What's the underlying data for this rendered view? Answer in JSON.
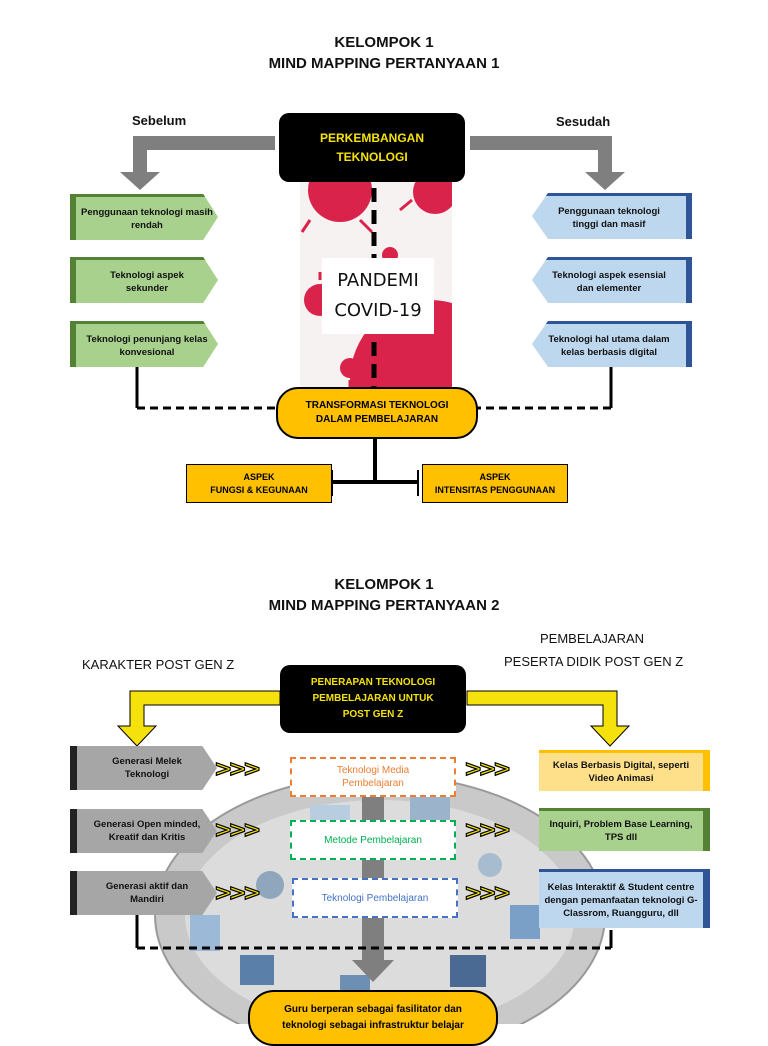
{
  "section1": {
    "title_line1": "KELOMPOK 1",
    "title_line2": "MIND MAPPING PERTANYAAN 1",
    "left_label": "Sebelum",
    "right_label": "Sesudah",
    "center_line1": "PERKEMBANGAN",
    "center_line2": "TEKNOLOGI",
    "image_text_line1": "PANDEMI",
    "image_text_line2": "COVID-19",
    "left_items": [
      "Penggunaan teknologi masih rendah",
      "Teknologi aspek sekunder",
      "Teknologi penunjang kelas konvesional"
    ],
    "right_items": [
      "Penggunaan teknologi tinggi dan masif",
      "Teknologi aspek esensial dan elementer",
      "Teknologi hal utama dalam kelas berbasis digital"
    ],
    "bottom_line1": "TRANSFORMASI TEKNOLOGI",
    "bottom_line2": "DALAM PEMBELAJARAN",
    "aspek_left_line1": "ASPEK",
    "aspek_left_line2": "FUNGSI & KEGUNAAN",
    "aspek_right_line1": "ASPEK",
    "aspek_right_line2": "INTENSITAS PENGGUNAAN"
  },
  "section2": {
    "title_line1": "KELOMPOK 1",
    "title_line2": "MIND MAPPING PERTANYAAN 2",
    "left_label": "KARAKTER POST GEN Z",
    "right_label_line1": "PEMBELAJARAN",
    "right_label_line2": "PESERTA DIDIK POST GEN Z",
    "center_line1": "PENERAPAN TEKNOLOGI",
    "center_line2": "PEMBELAJARAN UNTUK",
    "center_line3": "POST GEN Z",
    "left_items": [
      "Generasi Melek Teknologi",
      "Generasi Open minded, Kreatif dan Kritis",
      "Generasi aktif dan Mandiri"
    ],
    "middle_items": [
      "Teknologi Media Pembelajaran",
      "Metode Pembelajaran",
      "Teknologi Pembelajaran"
    ],
    "right_items": [
      "Kelas Berbasis Digital, seperti Video Animasi",
      "Inquiri, Problem Base Learning, TPS dll",
      "Kelas Interaktif & Student centre dengan pemanfaatan teknologi G-Classrom, Ruangguru, dll"
    ],
    "chevrons": ">>>",
    "bottom_line1": "Guru berperan sebagai fasilitator dan",
    "bottom_line2": "teknologi sebagai infrastruktur belajar"
  },
  "colors": {
    "yellow": "#ffc000",
    "green": "#a9d18e",
    "blue": "#bdd7ee",
    "gray": "#a6a6a6",
    "covid_red": "#d9234a",
    "orange_dash": "#ed7d31",
    "green_dash": "#00b050",
    "blue_dash": "#4472c4"
  }
}
